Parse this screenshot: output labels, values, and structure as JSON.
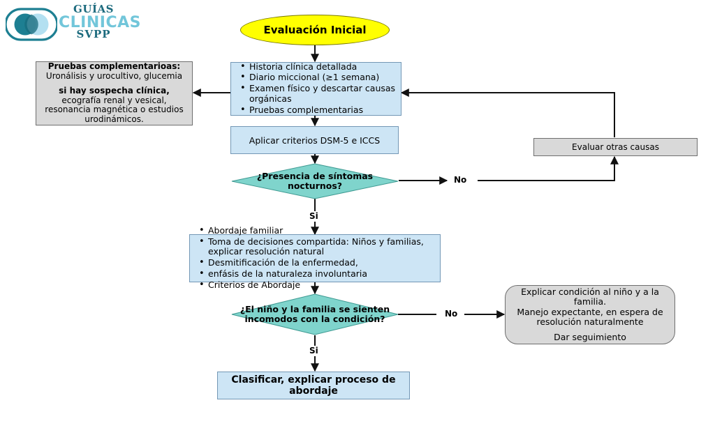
{
  "logo": {
    "line1": "GUÍAS",
    "line2": "CLINICAS",
    "line3": "SVPP",
    "mark_dark_color": "#1d7f92",
    "mark_light_color": "#a9dcef",
    "text_dark_color": "#1d6b7e",
    "text_light_color": "#72c6da"
  },
  "theme": {
    "start_fill": "#ffff00",
    "process_fill": "#cde5f5",
    "process_stroke": "#7397b5",
    "decision_fill": "#7fd4cc",
    "decision_stroke": "#3f9a92",
    "aux_fill": "#d9d9d9",
    "aux_stroke": "#6e6e6e",
    "connector_color": "#000000"
  },
  "nodes": {
    "start": {
      "label": "Evaluación Inicial"
    },
    "assessment": {
      "bullets": [
        "Historia clínica detallada",
        "Diario miccional (≥1 semana)",
        "Examen físico y descartar causas orgánicas",
        "Pruebas complementarias"
      ]
    },
    "complementary_tests": {
      "title": "Pruebas complementarioas:",
      "line1": "Uronálisis y urocultivo, glucemia",
      "emphasis": "si hay sospecha clínica,",
      "line2": "ecografía renal y vesical, resonancia magnética o estudios urodinámicos."
    },
    "criteria": {
      "label": "Aplicar criterios DSM-5 e ICCS"
    },
    "decision_nocturnal": {
      "label": "¿Presencia de síntomas nocturnos?"
    },
    "other_causes": {
      "label": "Evaluar otras causas"
    },
    "management": {
      "bullets": [
        "Abordaje familiar",
        "Toma de decisiones compartida: Niños y familias, explicar resolución natural",
        "Desmitificación de la enfermedad,",
        "enfásis de la naturaleza involuntaria",
        "Criterios de Abordaje"
      ]
    },
    "decision_uncomfortable": {
      "label": "¿El niño y la familia se sienten incomodos con la condición?"
    },
    "explain_condition": {
      "line1": "Explicar condición al niño y a la familia.",
      "line2": "Manejo expectante, en espera de resolución naturalmente",
      "line3": "Dar seguimiento"
    },
    "classify": {
      "label": "Clasificar, explicar proceso de abordaje"
    }
  },
  "edge_labels": {
    "no_nocturnal": "No",
    "si_nocturnal": "Si",
    "no_uncomfortable": "No",
    "si_uncomfortable": "Si"
  }
}
